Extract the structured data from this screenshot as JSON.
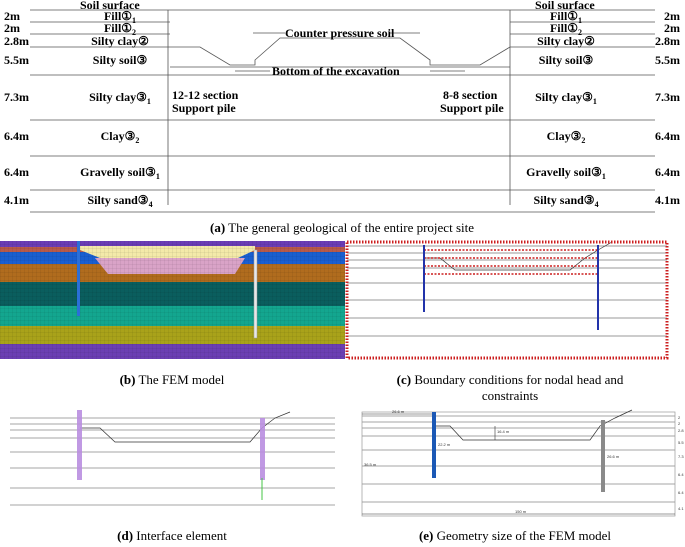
{
  "panel_a": {
    "soil_surface_left": "Soil surface",
    "soil_surface_right": "Soil surface",
    "layers_left": [
      {
        "thickness": "2m",
        "name": "Fill①",
        "sub": "1"
      },
      {
        "thickness": "2m",
        "name": "Fill①",
        "sub": "2"
      },
      {
        "thickness": "2.8m",
        "name": "Silty clay②",
        "sub": ""
      },
      {
        "thickness": "5.5m",
        "name": "Silty soil③",
        "sub": ""
      },
      {
        "thickness": "7.3m",
        "name": "Silty clay③",
        "sub": "1"
      },
      {
        "thickness": "6.4m",
        "name": "Clay③",
        "sub": "2"
      },
      {
        "thickness": "6.4m",
        "name": "Gravelly soil③",
        "sub": "1"
      },
      {
        "thickness": "4.1m",
        "name": "Silty sand③",
        "sub": "4"
      }
    ],
    "counter_pressure": "Counter pressure soil",
    "excavation_bottom": "Bottom of the  excavation",
    "left_section": "12-12 section",
    "left_pile": "Support pile",
    "right_section": "8-8 section",
    "right_pile": "Support pile",
    "caption_letter": "(a)",
    "caption_text": " The general geological of the entire project site"
  },
  "panel_b": {
    "caption_letter": "(b)",
    "caption_text": " The FEM model"
  },
  "panel_c": {
    "caption_letter": "(c)",
    "caption_text_line1": " Boundary conditions for nodal head and",
    "caption_text_line2": "constraints"
  },
  "panel_d": {
    "caption_letter": "(d)",
    "caption_text": " Interface element"
  },
  "panel_e": {
    "caption_letter": "(e)",
    "caption_text": " Geometry size of the FEM model",
    "dims": [
      "26.6 m",
      "22.2 m",
      "16.4 m",
      "26.6 m",
      "36.5 m",
      "150 m"
    ],
    "right_ticks": [
      "2",
      "2",
      "2.8",
      "5.5",
      "7.3",
      "6.4",
      "6.4",
      "4.1"
    ]
  },
  "colors": {
    "fem_layers": [
      "#6a3db5",
      "#b85a4a",
      "#1a5fd0",
      "#b06c1e",
      "#0a5e5e",
      "#13a68f",
      "#a9a21a",
      "#6b3fb3"
    ],
    "boundary_red": "#cc1f1f",
    "pile_blue": "#2233aa",
    "interface_purple": "#a36bd0"
  }
}
